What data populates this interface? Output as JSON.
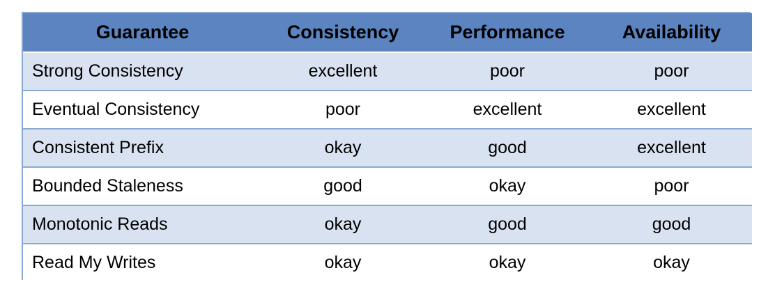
{
  "table": {
    "headers": [
      "Guarantee",
      "Consistency",
      "Performance",
      "Availability"
    ],
    "rows": [
      [
        "Strong Consistency",
        "excellent",
        "poor",
        "poor"
      ],
      [
        "Eventual Consistency",
        "poor",
        "excellent",
        "excellent"
      ],
      [
        "Consistent Prefix",
        "okay",
        "good",
        "excellent"
      ],
      [
        "Bounded Staleness",
        "good",
        "okay",
        "poor"
      ],
      [
        "Monotonic Reads",
        "okay",
        "good",
        "good"
      ],
      [
        "Read My Writes",
        "okay",
        "okay",
        "okay"
      ]
    ]
  },
  "colors": {
    "header_bg": "#5b84c0",
    "band_bg": "#d9e2f0",
    "border": "#8aa9d0"
  }
}
